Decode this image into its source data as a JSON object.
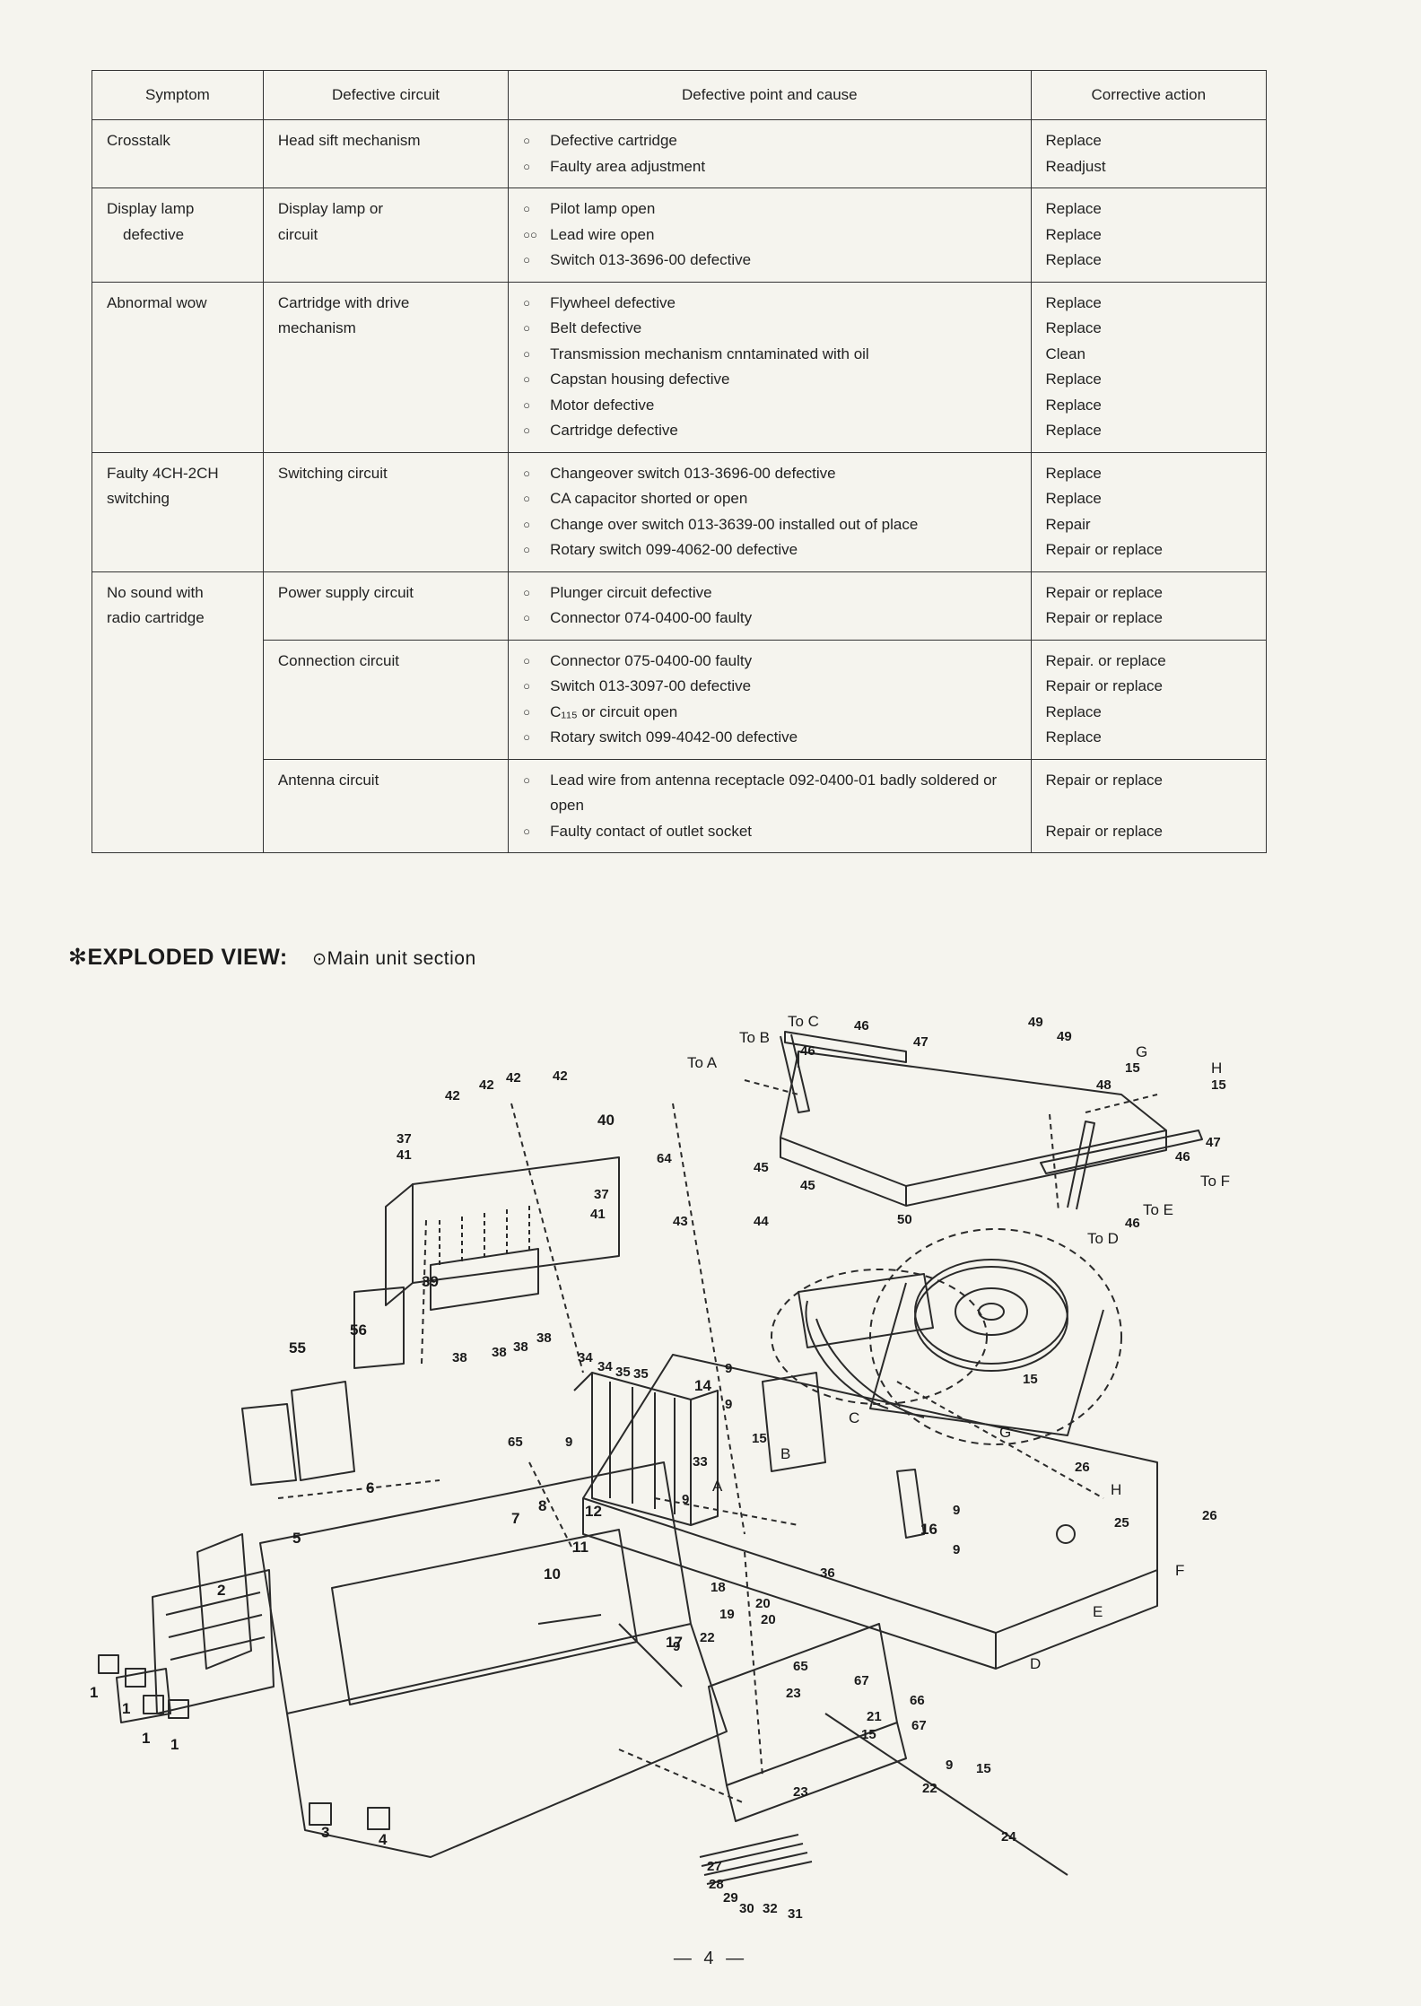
{
  "table": {
    "headers": {
      "symptom": "Symptom",
      "circuit": "Defective circuit",
      "cause": "Defective point and cause",
      "action": "Corrective action"
    },
    "rows": [
      {
        "symptom": [
          "Crosstalk"
        ],
        "circuit": [
          "Head sift mechanism"
        ],
        "causes": [
          {
            "bullet": "○",
            "text": "Defective cartridge"
          },
          {
            "bullet": "○",
            "text": "Faulty area adjustment"
          }
        ],
        "actions": [
          "Replace",
          "Readjust"
        ]
      },
      {
        "symptom": [
          "Display lamp",
          "defective"
        ],
        "circuit": [
          "Display lamp or",
          "circuit"
        ],
        "causes": [
          {
            "bullet": "○",
            "text": "Pilot lamp open"
          },
          {
            "bullet": "○○",
            "text": "Lead wire open"
          },
          {
            "bullet": "○",
            "text": "Switch 013-3696-00 defective"
          }
        ],
        "actions": [
          "Replace",
          "Replace",
          "Replace"
        ]
      },
      {
        "symptom": [
          "Abnormal wow"
        ],
        "circuit": [
          "Cartridge with drive",
          "mechanism"
        ],
        "causes": [
          {
            "bullet": "○",
            "text": "Flywheel defective"
          },
          {
            "bullet": "○",
            "text": "Belt defective"
          },
          {
            "bullet": "○",
            "text": "Transmission mechanism cnntaminated with oil"
          },
          {
            "bullet": "○",
            "text": "Capstan housing defective"
          },
          {
            "bullet": "○",
            "text": "Motor defective"
          },
          {
            "bullet": "○",
            "text": "Cartridge defective"
          }
        ],
        "actions": [
          "Replace",
          "Replace",
          "Clean",
          "Replace",
          "Replace",
          "Replace"
        ]
      },
      {
        "symptom": [
          "Faulty 4CH-2CH",
          "switching"
        ],
        "circuit": [
          "Switching circuit"
        ],
        "causes": [
          {
            "bullet": "○",
            "text": "Changeover switch 013-3696-00 defective"
          },
          {
            "bullet": "○",
            "text": "CA capacitor shorted or open"
          },
          {
            "bullet": "○",
            "text": "Change over switch 013-3639-00 installed out of place"
          },
          {
            "bullet": "○",
            "text": "Rotary switch 099-4062-00 defective"
          }
        ],
        "actions": [
          "Replace",
          "Replace",
          "Repair",
          "Repair or replace"
        ]
      },
      {
        "symptom": [
          "No sound with",
          "radio cartridge"
        ],
        "circuit": [
          "Power supply circuit"
        ],
        "causes": [
          {
            "bullet": "○",
            "text": "Plunger circuit defective"
          },
          {
            "bullet": "○",
            "text": "Connector 074-0400-00 faulty"
          }
        ],
        "actions": [
          "Repair or replace",
          "Repair or replace"
        ]
      },
      {
        "circuit": [
          "Connection circuit"
        ],
        "causes": [
          {
            "bullet": "○",
            "text": "Connector 075-0400-00 faulty"
          },
          {
            "bullet": "○",
            "text": "Switch 013-3097-00 defective"
          },
          {
            "bullet": "○",
            "text": "C₁₁₅ or circuit open"
          },
          {
            "bullet": "○",
            "text": "Rotary switch 099-4042-00 defective"
          }
        ],
        "actions": [
          "Repair. or replace",
          "Repair or replace",
          "Replace",
          "Replace"
        ]
      },
      {
        "circuit": [
          "Antenna circuit"
        ],
        "causes": [
          {
            "bullet": "○",
            "text": "Lead wire from antenna receptacle 092-0400-01 badly soldered or open"
          },
          {
            "bullet": "○",
            "text": "Faulty contact of outlet socket"
          }
        ],
        "actions": [
          "Repair or replace",
          "",
          "Repair or replace"
        ]
      }
    ]
  },
  "heading": {
    "title": "✻EXPLODED VIEW:",
    "target_symbol": "⊙",
    "subtitle": "Main unit section"
  },
  "diagram": {
    "callouts": [
      "1",
      "1",
      "1",
      "1",
      "2",
      "3",
      "4",
      "5",
      "6",
      "7",
      "8",
      "9",
      "9",
      "9",
      "9",
      "9",
      "9",
      "9",
      "9",
      "10",
      "11",
      "12",
      "14",
      "15",
      "15",
      "15",
      "15",
      "15",
      "15",
      "16",
      "17",
      "18",
      "19",
      "20",
      "20",
      "21",
      "22",
      "22",
      "23",
      "23",
      "24",
      "25",
      "26",
      "26",
      "27",
      "28",
      "29",
      "30",
      "31",
      "32",
      "33",
      "34",
      "34",
      "35",
      "35",
      "36",
      "37",
      "37",
      "38",
      "38",
      "38",
      "38",
      "39",
      "40",
      "41",
      "41",
      "42",
      "42",
      "42",
      "42",
      "43",
      "44",
      "45",
      "45",
      "46",
      "46",
      "46",
      "46",
      "47",
      "47",
      "48",
      "49",
      "49",
      "50",
      "55",
      "56",
      "64",
      "65",
      "65",
      "66",
      "67",
      "67"
    ],
    "connectors": [
      "To A",
      "To B",
      "To C",
      "To D",
      "To E",
      "To F",
      "A",
      "B",
      "C",
      "D",
      "E",
      "F",
      "G",
      "G",
      "H",
      "H"
    ]
  },
  "page_number": "— 4 —"
}
